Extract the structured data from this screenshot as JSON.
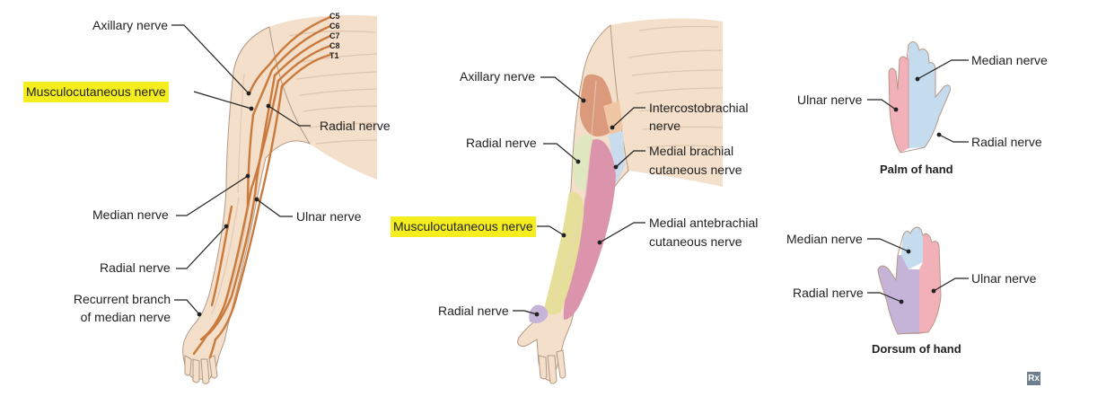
{
  "left_arm": {
    "roots": [
      "C5",
      "C6",
      "C7",
      "C8",
      "T1"
    ],
    "labels": {
      "axillary": "Axillary nerve",
      "musculocutaneous": "Musculocutaneous nerve",
      "radial_upper": "Radial nerve",
      "median": "Median nerve",
      "ulnar": "Ulnar nerve",
      "radial_lower": "Radial nerve",
      "recurrent_line1": "Recurrent branch",
      "recurrent_line2": "of median nerve"
    }
  },
  "middle_arm": {
    "labels": {
      "axillary": "Axillary nerve",
      "radial_upper": "Radial nerve",
      "musculocutaneous": "Musculocutaneous nerve",
      "radial_lower": "Radial nerve",
      "intercostobrachial_line1": "Intercostobrachial",
      "intercostobrachial_line2": "nerve",
      "medial_brachial_line1": "Medial brachial",
      "medial_brachial_line2": "cutaneous nerve",
      "medial_antebrachial_line1": "Medial antebrachial",
      "medial_antebrachial_line2": "cutaneous nerve"
    }
  },
  "palm": {
    "caption": "Palm of hand",
    "labels": {
      "median": "Median nerve",
      "ulnar": "Ulnar nerve",
      "radial": "Radial nerve"
    }
  },
  "dorsum": {
    "caption": "Dorsum of hand",
    "labels": {
      "median": "Median nerve",
      "ulnar": "Ulnar nerve",
      "radial": "Radial nerve"
    }
  },
  "colors": {
    "skin": "#f3dfca",
    "skin_outline": "#b29985",
    "nerve": "#c97a3c",
    "highlight": "#f5ee1f",
    "axillary_zone": "#dc9a7c",
    "radial_zone": "#dfe8c0",
    "musculocutaneous_zone": "#e6df9a",
    "medial_antebrachial_zone": "#dc93ac",
    "medial_brachial_zone": "#c9dced",
    "intercostobrachial_zone": "#f1c6a4",
    "hand_median": "#c5dcef",
    "hand_ulnar": "#f2b0b8",
    "hand_radial": "#c6b4d8"
  },
  "logo": "Rx"
}
